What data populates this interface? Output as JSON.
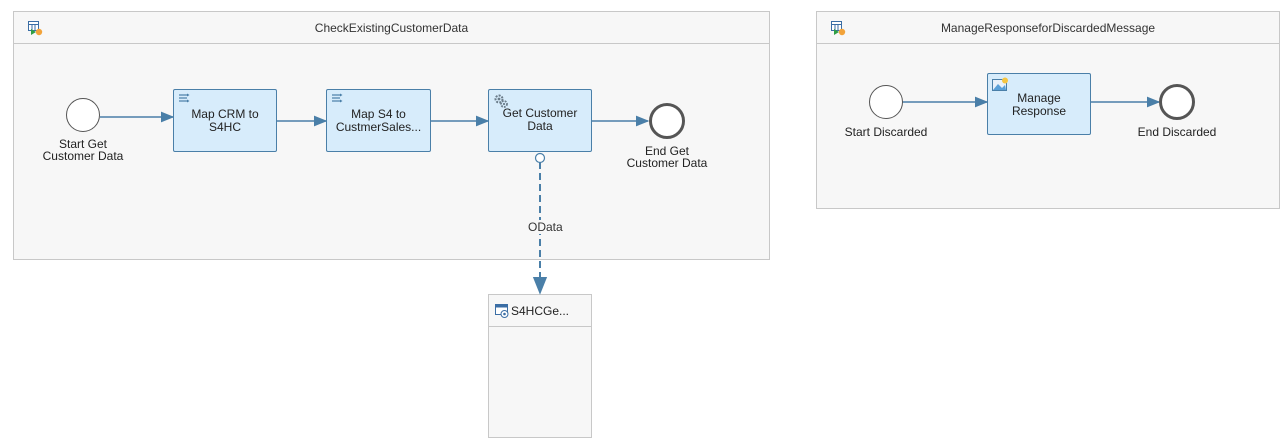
{
  "pools": [
    {
      "title": "CheckExistingCustomerData",
      "icon": "integration-process-icon"
    },
    {
      "title": "ManageResponseforDiscardedMessage",
      "icon": "integration-process-icon"
    }
  ],
  "main_process": {
    "start_event": "Start Get\nCustomer Data",
    "tasks": [
      {
        "label": "Map CRM to\nS4HC",
        "icon": "mapping-icon"
      },
      {
        "label": "Map S4 to\nCustmerSales...",
        "icon": "mapping-icon"
      },
      {
        "label": "Get Customer\nData",
        "icon": "gear-icon"
      }
    ],
    "end_event": "End Get\nCustomer Data",
    "connection_label": "OData"
  },
  "discarded_process": {
    "start_event": "Start Discarded",
    "task": {
      "label": "Manage\nResponse",
      "icon": "script-icon"
    },
    "end_event": "End Discarded"
  },
  "receiver": {
    "title": "S4HCGe...",
    "icon": "receiver-icon"
  },
  "colors": {
    "task_fill": "#d7ecfb",
    "task_border": "#4a7fa8",
    "flow": "#4a7fa8"
  }
}
